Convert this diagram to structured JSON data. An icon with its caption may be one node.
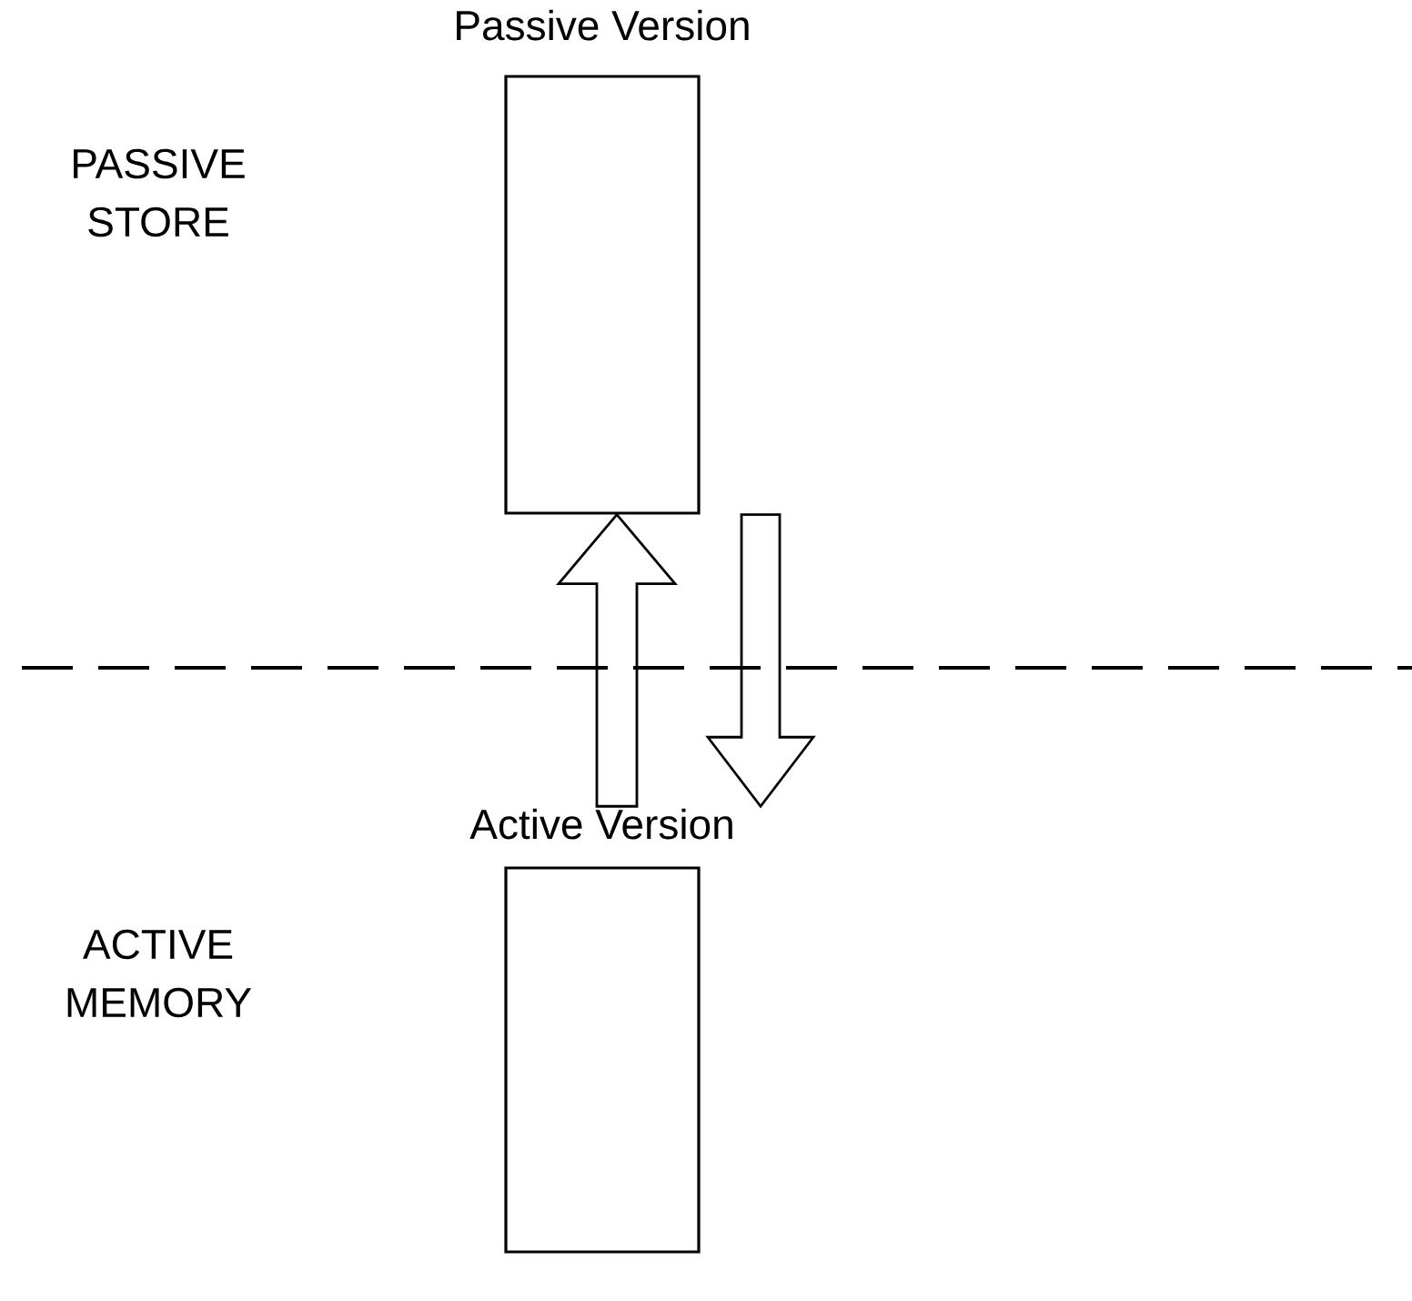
{
  "diagram": {
    "nodes": [
      {
        "text": [
          "Passive Version"
        ]
      },
      {
        "text": [
          "Active Version"
        ]
      }
    ],
    "edges": [
      {
        "from": 1,
        "to": 0,
        "arrow": "to"
      },
      {
        "from": 0,
        "to": 1,
        "arrow": "to"
      }
    ],
    "labels": [
      "PASSIVE STORE",
      "ACTIVE MEMORY"
    ]
  }
}
